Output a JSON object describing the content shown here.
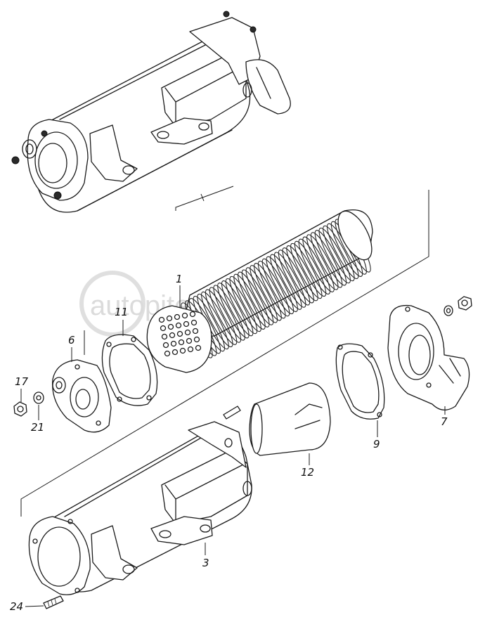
{
  "diagram": {
    "watermark": "autopiter.ru",
    "callouts": [
      {
        "id": "c1",
        "label": "1"
      },
      {
        "id": "c3",
        "label": "3"
      },
      {
        "id": "c6",
        "label": "6"
      },
      {
        "id": "c7",
        "label": "7"
      },
      {
        "id": "c9",
        "label": "9"
      },
      {
        "id": "c11",
        "label": "11"
      },
      {
        "id": "c12",
        "label": "12"
      },
      {
        "id": "c17",
        "label": "17"
      },
      {
        "id": "c21",
        "label": "21"
      },
      {
        "id": "c24",
        "label": "24"
      }
    ]
  }
}
